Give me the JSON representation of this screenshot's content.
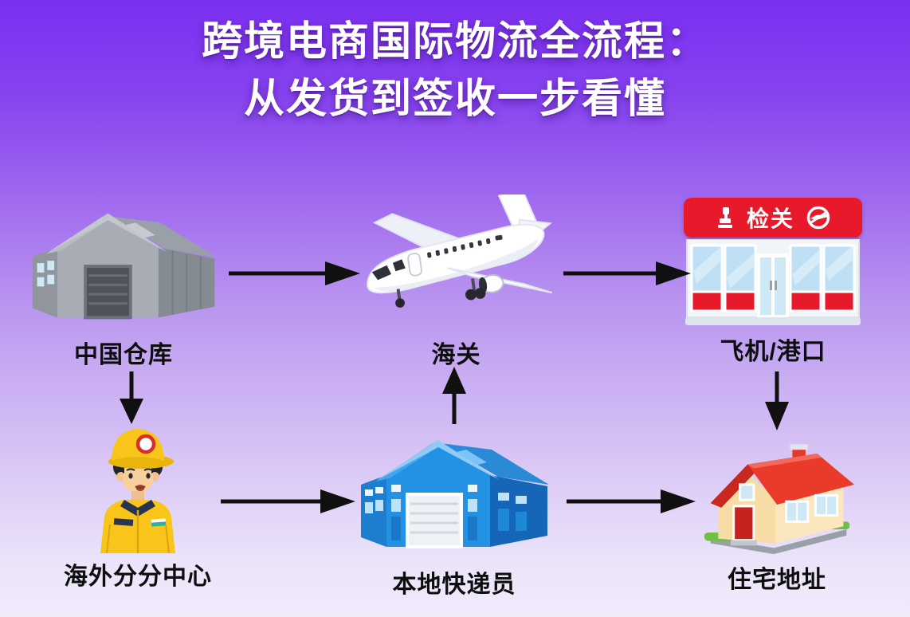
{
  "title": {
    "line1": "跨境电商国际物流全流程：",
    "line2": "从发货到签收一步看懂"
  },
  "nodes": {
    "china_warehouse": {
      "label": "中国仓库",
      "icon": "gray-warehouse-icon"
    },
    "customs": {
      "label": "海关",
      "icon": "airplane-icon"
    },
    "plane_port": {
      "label": "飞机/港口",
      "icon": "customs-building-icon",
      "sign_text": "检关"
    },
    "overseas_center": {
      "label": "海外分分中心",
      "icon": "courier-icon"
    },
    "local_courier": {
      "label": "本地快递员",
      "icon": "blue-warehouse-icon"
    },
    "home_address": {
      "label": "住宅地址",
      "icon": "house-icon"
    }
  },
  "edges": [
    {
      "from": "china_warehouse",
      "to": "customs",
      "direction": "right"
    },
    {
      "from": "customs",
      "to": "plane_port",
      "direction": "right"
    },
    {
      "from": "china_warehouse",
      "to": "overseas_center",
      "direction": "down"
    },
    {
      "from": "overseas_center",
      "to": "local_courier",
      "direction": "right"
    },
    {
      "from": "local_courier",
      "to": "customs",
      "direction": "up"
    },
    {
      "from": "plane_port",
      "to": "home_address",
      "direction": "down"
    }
  ],
  "colors": {
    "background_top": "#7b2ff0",
    "background_bottom": "#f0ebfb",
    "title_text": "#ffffff",
    "label_text": "#0e0e0e",
    "arrow": "#101010",
    "customs_sign_red": "#e8192b",
    "gray_warehouse": "#a8adb5",
    "blue_warehouse": "#2492e4",
    "courier_yellow": "#f9c51a",
    "house_roof_red": "#ea3a2a"
  }
}
